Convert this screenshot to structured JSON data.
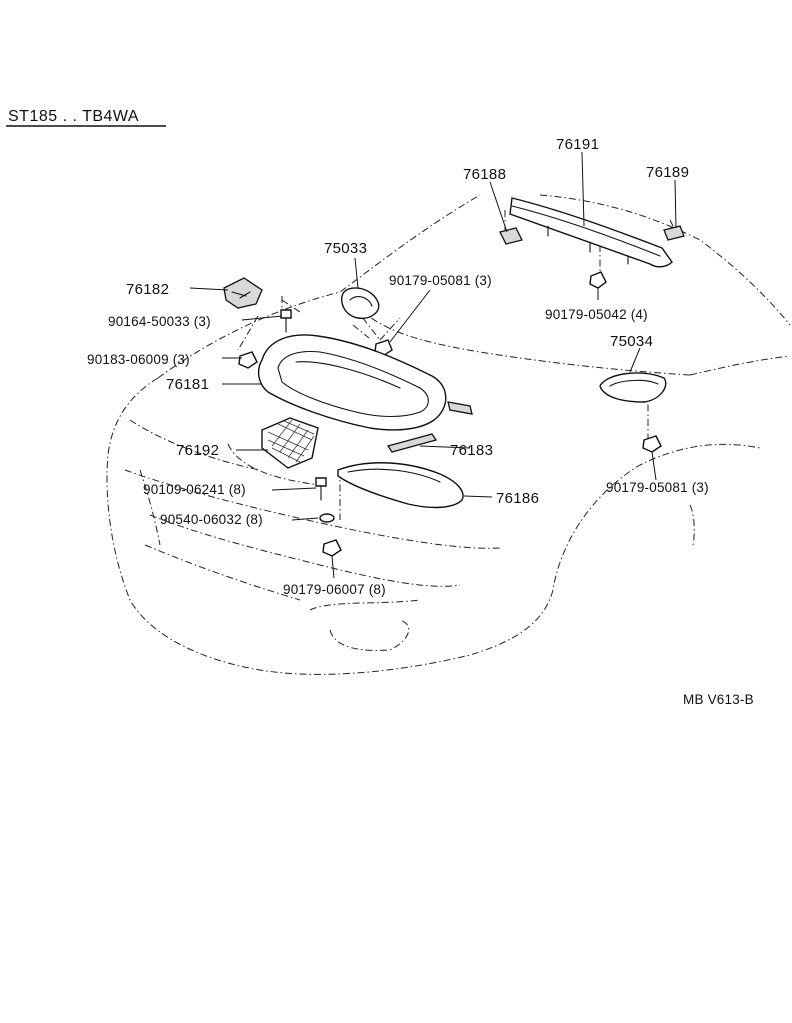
{
  "diagram": {
    "model_header": "ST185 . . TB4WA",
    "drawing_code": "MB V613-B",
    "callouts": [
      {
        "id": "76191",
        "text": "76191"
      },
      {
        "id": "76188",
        "text": "76188"
      },
      {
        "id": "76189",
        "text": "76189"
      },
      {
        "id": "75033",
        "text": "75033"
      },
      {
        "id": "90179-05081-a",
        "text": "90179-05081 (3)"
      },
      {
        "id": "76182",
        "text": "76182"
      },
      {
        "id": "90179-05042",
        "text": "90179-05042 (4)"
      },
      {
        "id": "90164-50033",
        "text": "90164-50033 (3)"
      },
      {
        "id": "75034",
        "text": "75034"
      },
      {
        "id": "90183-06009",
        "text": "90183-06009 (3)"
      },
      {
        "id": "76181",
        "text": "76181"
      },
      {
        "id": "76192",
        "text": "76192"
      },
      {
        "id": "76183",
        "text": "76183"
      },
      {
        "id": "90179-05081-b",
        "text": "90179-05081 (3)"
      },
      {
        "id": "90109-06241",
        "text": "90109-06241 (8)"
      },
      {
        "id": "76186",
        "text": "76186"
      },
      {
        "id": "90540-06032",
        "text": "90540-06032 (8)"
      },
      {
        "id": "90179-06007",
        "text": "90179-06007 (8)"
      }
    ]
  }
}
